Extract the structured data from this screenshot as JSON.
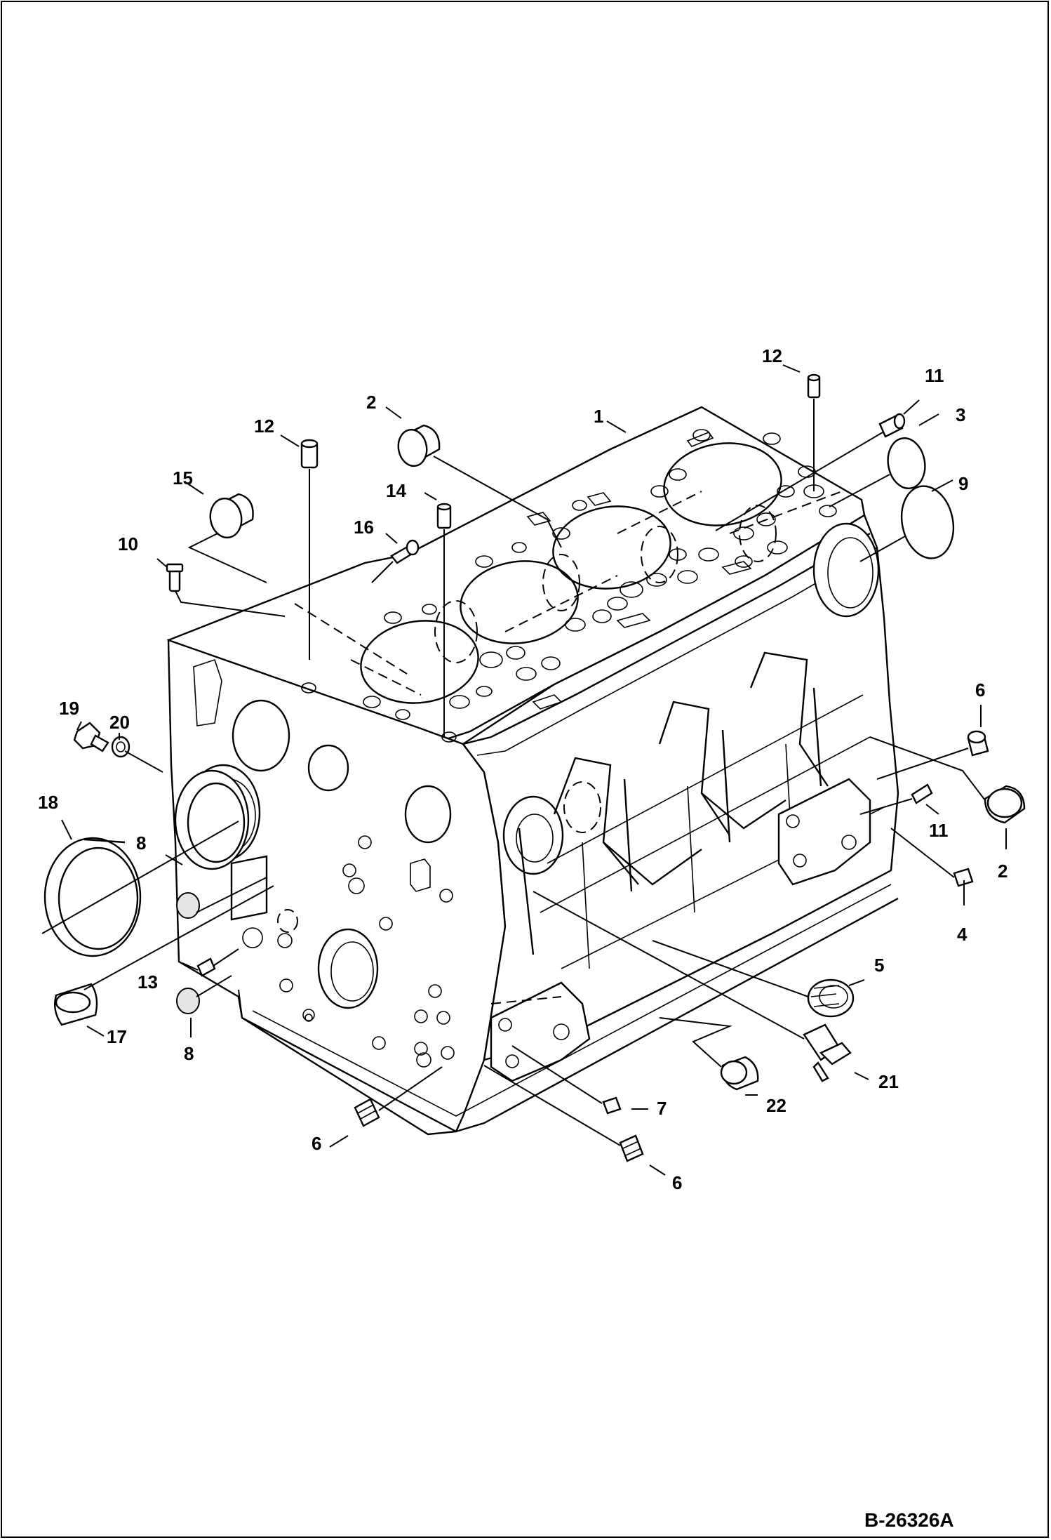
{
  "drawing_id": "B-26326A",
  "callouts": [
    {
      "id": "c1",
      "label": "1"
    },
    {
      "id": "c2a",
      "label": "2"
    },
    {
      "id": "c2b",
      "label": "2"
    },
    {
      "id": "c3",
      "label": "3"
    },
    {
      "id": "c4",
      "label": "4"
    },
    {
      "id": "c5",
      "label": "5"
    },
    {
      "id": "c6a",
      "label": "6"
    },
    {
      "id": "c6b",
      "label": "6"
    },
    {
      "id": "c6c",
      "label": "6"
    },
    {
      "id": "c7",
      "label": "7"
    },
    {
      "id": "c8a",
      "label": "8"
    },
    {
      "id": "c8b",
      "label": "8"
    },
    {
      "id": "c9",
      "label": "9"
    },
    {
      "id": "c10",
      "label": "10"
    },
    {
      "id": "c11a",
      "label": "11"
    },
    {
      "id": "c11b",
      "label": "11"
    },
    {
      "id": "c12a",
      "label": "12"
    },
    {
      "id": "c12b",
      "label": "12"
    },
    {
      "id": "c13",
      "label": "13"
    },
    {
      "id": "c14",
      "label": "14"
    },
    {
      "id": "c15",
      "label": "15"
    },
    {
      "id": "c16",
      "label": "16"
    },
    {
      "id": "c17",
      "label": "17"
    },
    {
      "id": "c18",
      "label": "18"
    },
    {
      "id": "c19",
      "label": "19"
    },
    {
      "id": "c20",
      "label": "20"
    },
    {
      "id": "c21",
      "label": "21"
    },
    {
      "id": "c22",
      "label": "22"
    }
  ]
}
